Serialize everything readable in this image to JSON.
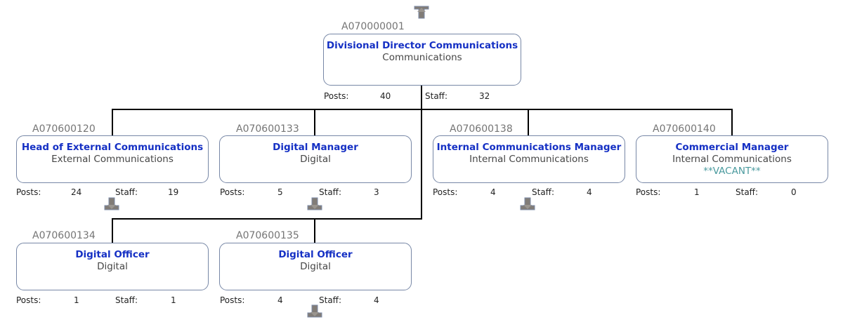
{
  "colors": {
    "title": "#1530c4",
    "unit": "#454545",
    "code": "#757575",
    "vacant": "#4a9a9e",
    "border": "#7787a6",
    "connector": "#000000",
    "arrow_fill": "#817c77",
    "arrow_outline": "#7e8ca8"
  },
  "icons": {
    "up": "navigate-up-icon",
    "down": "navigate-down-icon"
  },
  "labels": {
    "posts": "Posts:",
    "staff": "Staff:"
  },
  "root": {
    "code": "A070000001",
    "title": "Divisional Director Communications",
    "unit": "Communications",
    "posts": "40",
    "staff": "32"
  },
  "positions": [
    {
      "code": "A070600120",
      "title": "Head of External Communications",
      "unit": "External Communications",
      "posts": "24",
      "staff": "19",
      "has_children": true
    },
    {
      "code": "A070600133",
      "title": "Digital Manager",
      "unit": "Digital",
      "posts": "5",
      "staff": "3",
      "has_children": true
    },
    {
      "code": "A070600138",
      "title": "Internal Communications Manager",
      "unit": "Internal Communications",
      "posts": "4",
      "staff": "4",
      "has_children": true
    },
    {
      "code": "A070600140",
      "title": "Commercial Manager",
      "unit": "Internal Communications",
      "vacancy": "**VACANT**",
      "posts": "1",
      "staff": "0",
      "has_children": false
    },
    {
      "code": "A070600134",
      "title": "Digital Officer",
      "unit": "Digital",
      "posts": "1",
      "staff": "1",
      "has_children": false
    },
    {
      "code": "A070600135",
      "title": "Digital Officer",
      "unit": "Digital",
      "posts": "4",
      "staff": "4",
      "has_children": true
    }
  ]
}
